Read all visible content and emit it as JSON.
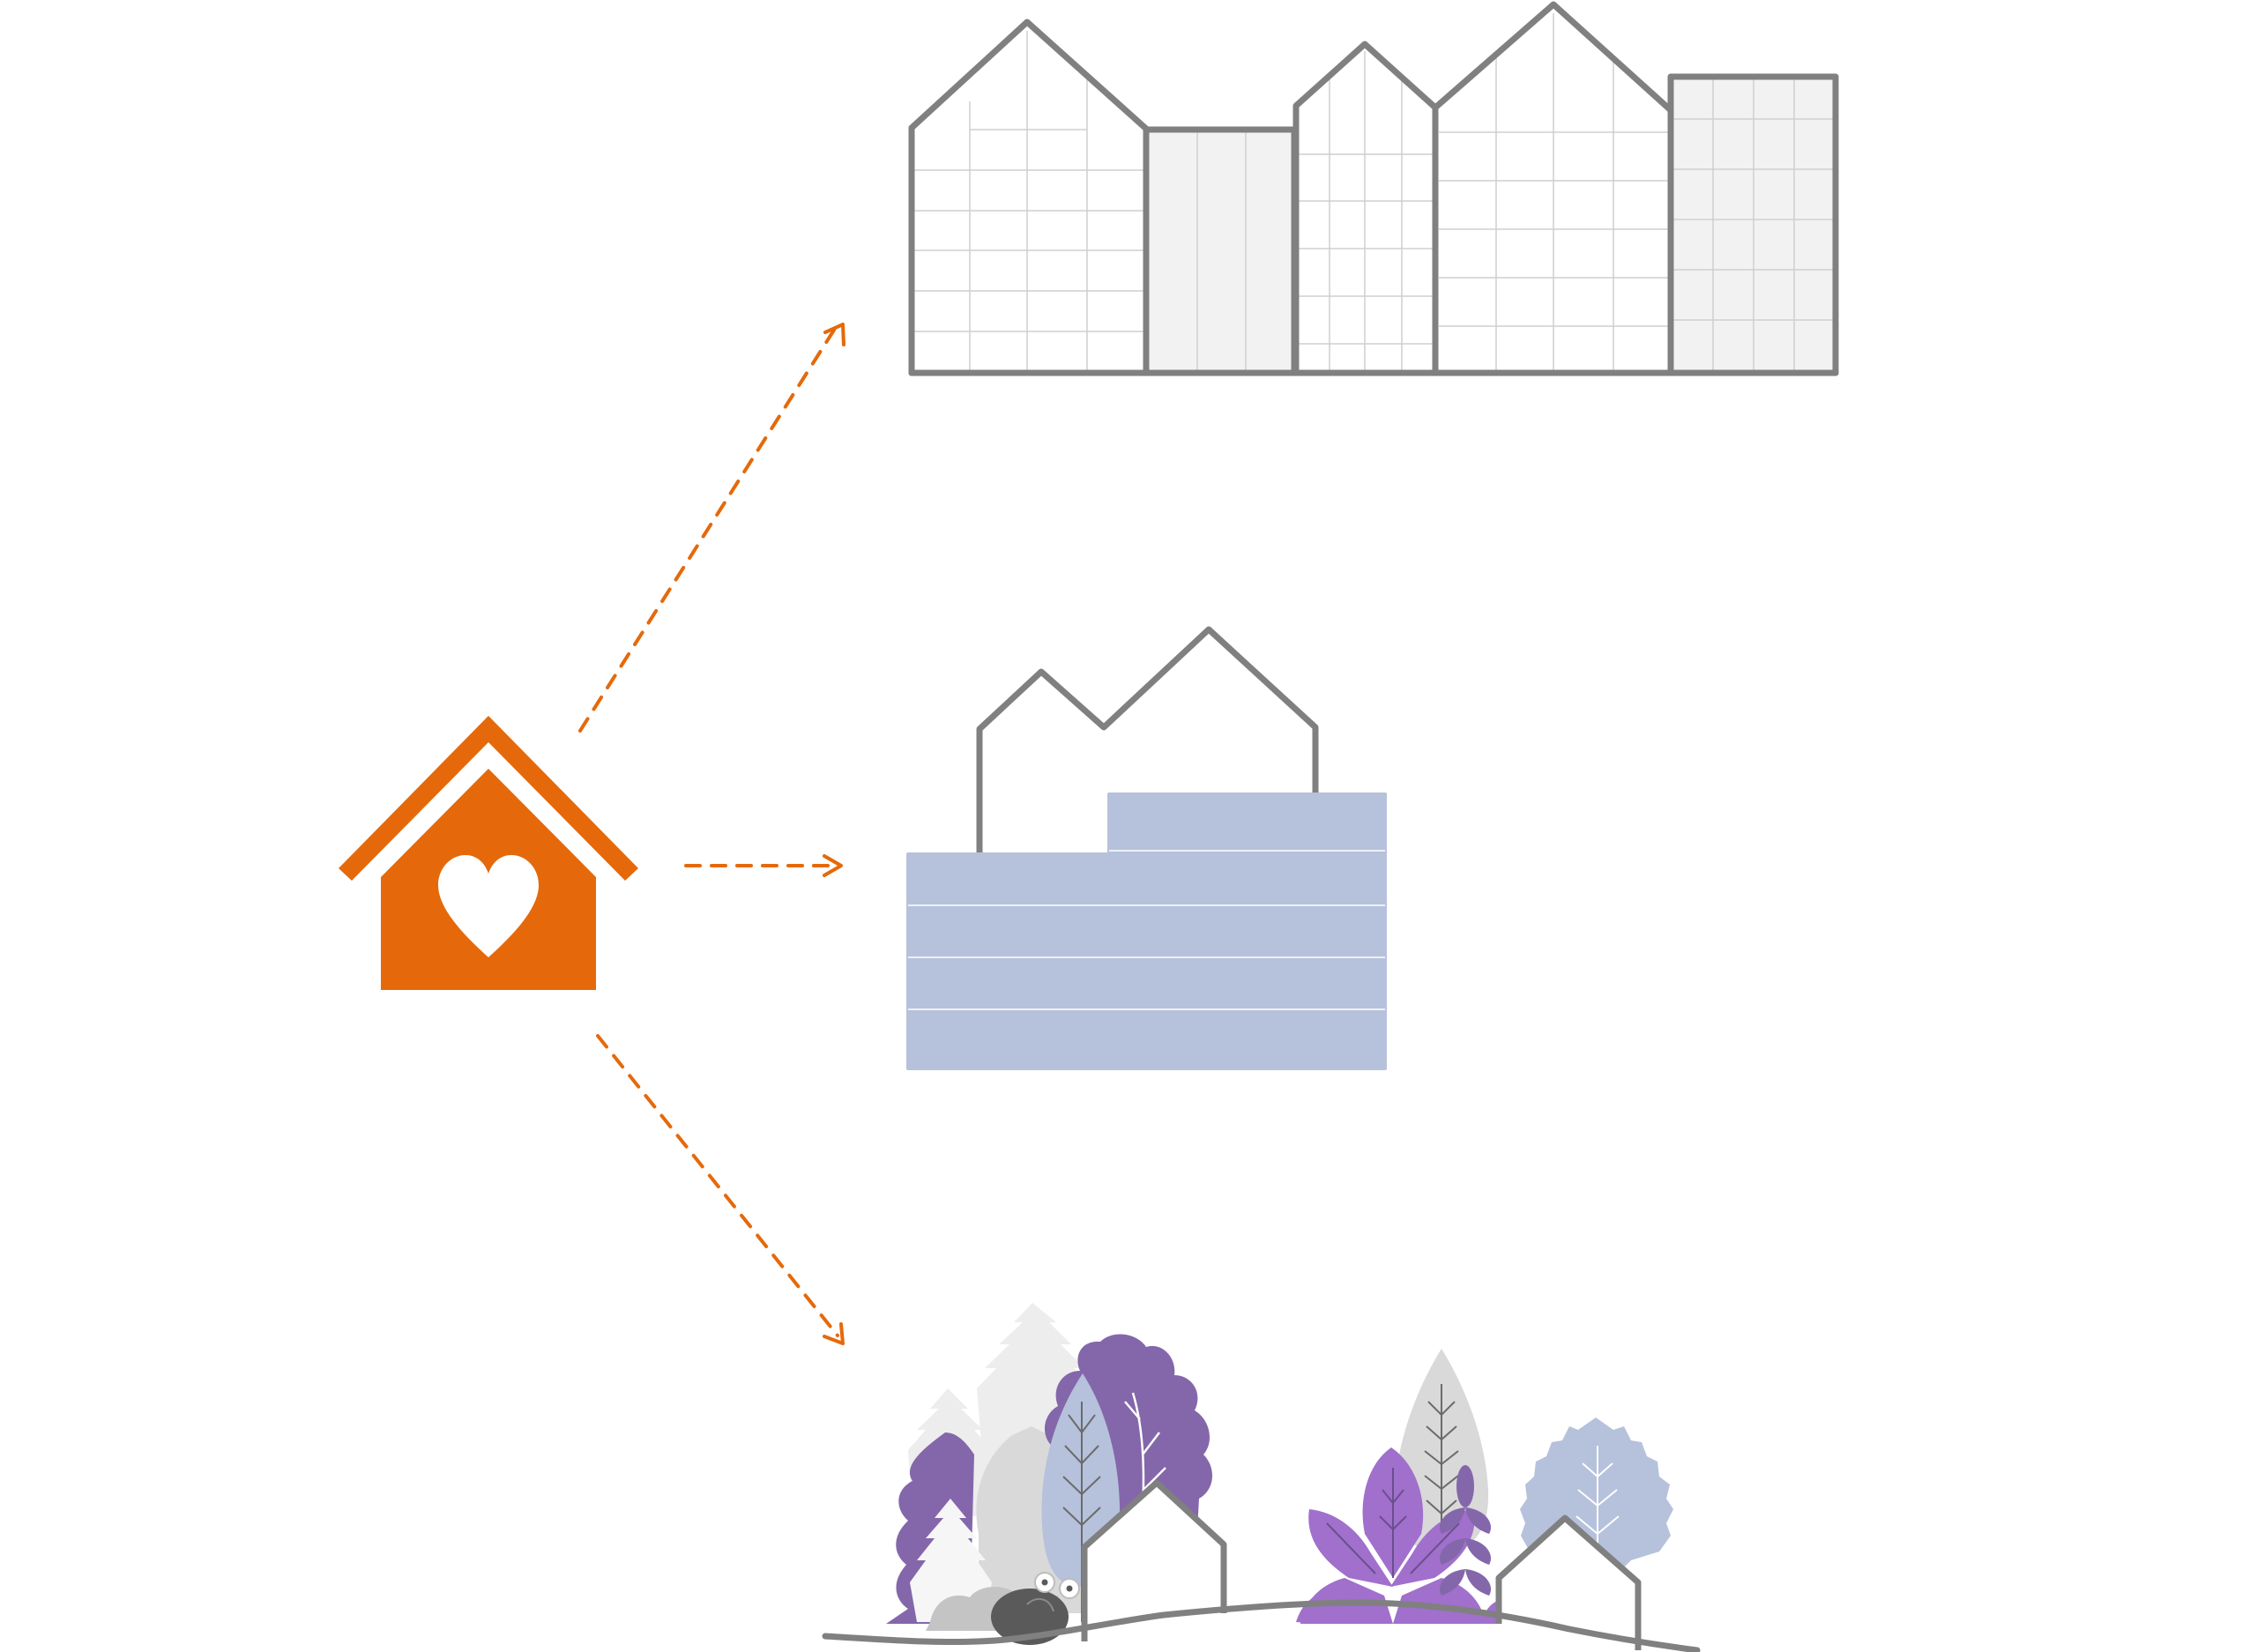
{
  "diagram": {
    "source": {
      "icon": "house-heart-icon",
      "color": "#E5690A"
    },
    "arrows": {
      "color": "#E5690A",
      "targets": [
        "apartment-row",
        "stacked-modules",
        "village-in-nature"
      ]
    },
    "outcomes": [
      {
        "name": "apartment-row",
        "icon": "gabled-buildings-icon",
        "stroke": "#808080",
        "fill_alt": "#F2F2F2"
      },
      {
        "name": "stacked-modules",
        "icon": "modular-housing-icon",
        "stroke": "#808080",
        "fill": "#B6C1DB"
      },
      {
        "name": "village-in-nature",
        "icon": "houses-in-forest-icon",
        "stroke": "#808080"
      }
    ],
    "palette": {
      "purple": "#8467AA",
      "lilac": "#A070CC",
      "blue_grey": "#B6C1DB",
      "grey": "#D9D9D9",
      "light_grey": "#EDEDED"
    }
  }
}
